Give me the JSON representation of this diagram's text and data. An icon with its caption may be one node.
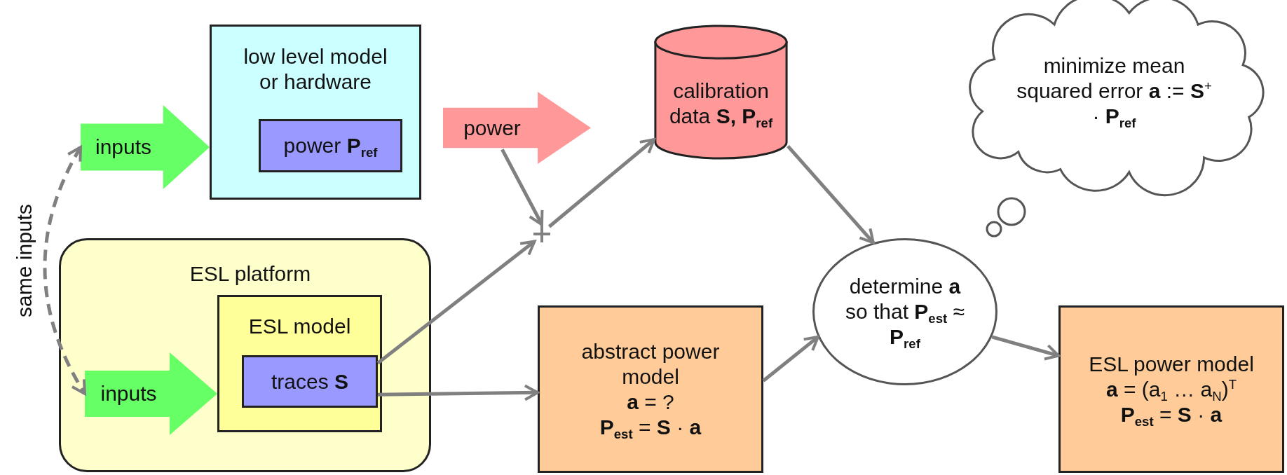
{
  "diagram": {
    "nodes": [
      {
        "text": [
          "low level model or hardware"
        ]
      },
      {
        "text": [
          "power **P$_{ref}$**"
        ],
        "in": 0
      },
      {
        "text": [
          "inputs"
        ]
      },
      {
        "text": [
          "power"
        ]
      },
      {
        "text": [],
        "shape": "cross"
      },
      {
        "text": [
          "calibration data **S, P$_{ref}$**"
        ]
      },
      {
        "text": [
          "minimize mean squared error **a** := **S**$^{+}$ · **P$_{ref}$**"
        ]
      },
      {
        "text": [
          "ESL platform"
        ]
      },
      {
        "text": [
          "ESL model"
        ],
        "in": 7
      },
      {
        "text": [
          "traces **S**"
        ],
        "in": 8
      },
      {
        "text": [
          "inputs"
        ],
        "in": 7
      },
      {
        "text": [
          "determine **a** so that **P$_{est}$** ≈ **P$_{ref}$**"
        ]
      },
      {
        "text": [
          "abstract power model",
          "**a** = ?",
          "**P$_{est}$** = **S** · **a**"
        ]
      },
      {
        "text": [
          "ESL power model",
          "**a** = (a$_{1}$ … a$_{N}$)$^{T}$",
          "**P$_{est}$** = **S** · **a**"
        ]
      }
    ],
    "edges": [
      {
        "from": 2,
        "to": 10,
        "arrow": "both",
        "style": "dashed",
        "label": "same inputs"
      },
      {
        "from": 3,
        "to": 4,
        "arrow": "to"
      },
      {
        "from": 9,
        "to": 4,
        "arrow": "to"
      },
      {
        "from": 4,
        "to": 5,
        "arrow": "to"
      },
      {
        "from": 5,
        "to": 11,
        "arrow": "to"
      },
      {
        "from": 9,
        "to": 12,
        "arrow": "to"
      },
      {
        "from": 12,
        "to": 11,
        "arrow": "to"
      },
      {
        "from": 11,
        "to": 13,
        "arrow": "to"
      }
    ]
  }
}
